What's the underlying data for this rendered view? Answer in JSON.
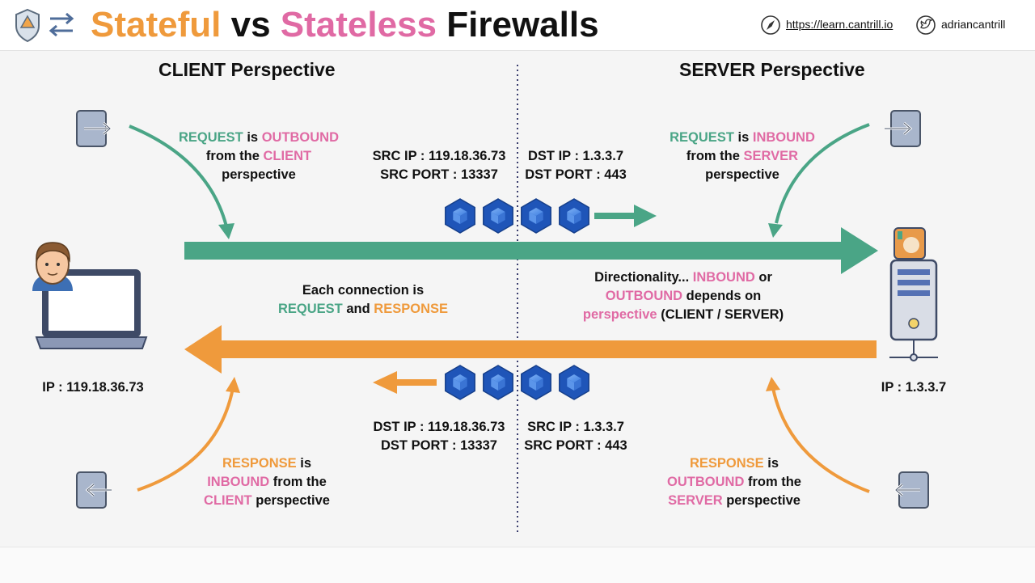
{
  "title": {
    "stateful": "Stateful",
    "vs": "vs",
    "stateless": "Stateless",
    "firewalls": "Firewalls"
  },
  "header_links": {
    "url": "https://learn.cantrill.io",
    "twitter": "adriancantrill"
  },
  "client": {
    "heading": "CLIENT Perspective",
    "ip": "IP : 119.18.36.73",
    "request_note": {
      "w1": "REQUEST",
      "w2": "is",
      "w3": "OUTBOUND",
      "w4": "from the",
      "w5": "CLIENT",
      "w6": "perspective"
    },
    "response_note": {
      "w1": "RESPONSE",
      "w2": "is",
      "w3": "INBOUND",
      "w4": "from the",
      "w5": "CLIENT",
      "w6": "perspective"
    }
  },
  "server": {
    "heading": "SERVER Perspective",
    "ip": "IP : 1.3.3.7",
    "request_note": {
      "w1": "REQUEST",
      "w2": "is",
      "w3": "INBOUND",
      "w4": "from the",
      "w5": "SERVER",
      "w6": "perspective"
    },
    "response_note": {
      "w1": "RESPONSE",
      "w2": "is",
      "w3": "OUTBOUND",
      "w4": "from the",
      "w5": "SERVER",
      "w6": "perspective"
    }
  },
  "request_packet": {
    "src_ip": "SRC IP : 119.18.36.73",
    "src_port": "SRC PORT : 13337",
    "dst_ip": "DST IP : 1.3.3.7",
    "dst_port": "DST PORT : 443"
  },
  "response_packet": {
    "dst_ip": "DST IP : 119.18.36.73",
    "dst_port": "DST PORT : 13337",
    "src_ip": "SRC IP : 1.3.3.7",
    "src_port": "SRC PORT : 443"
  },
  "connection_note": {
    "line1": "Each connection is",
    "w_request": "REQUEST",
    "w_and": "and",
    "w_response": "RESPONSE"
  },
  "direction_note": {
    "w1": "Directionality...",
    "w2": "INBOUND",
    "w3": "or",
    "w4": "OUTBOUND",
    "w5": "depends on",
    "w6": "perspective",
    "w7": "(CLIENT / SERVER)"
  },
  "colors": {
    "green": "#4aa586",
    "orange": "#ef9a3c",
    "pink": "#e06aa4",
    "cube": "#2f6fd1"
  },
  "icons": [
    "shield-icon",
    "transfer-icon",
    "compass-icon",
    "twitter-icon",
    "login-icon",
    "logout-icon",
    "person-avatar-icon",
    "laptop-icon",
    "server-tower-icon",
    "packet-cube-icon"
  ]
}
